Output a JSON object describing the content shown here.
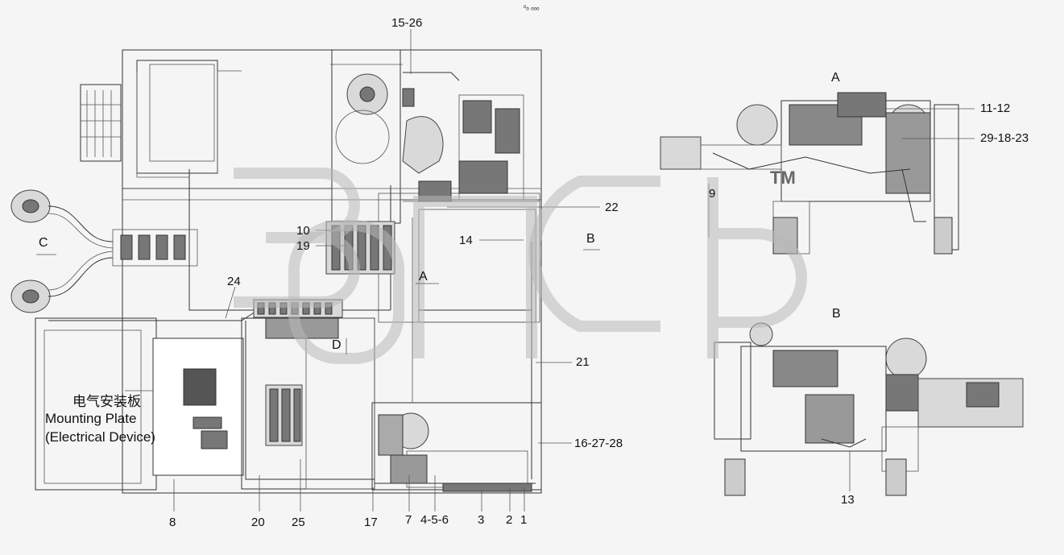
{
  "corner_mark": "ᵒₒ ₒₒₒ",
  "views": {
    "A": "A",
    "B": "B",
    "C": "C",
    "D": "D",
    "A_in_main": "A",
    "B_in_main": "B"
  },
  "mounting_plate": {
    "line1": "电气安装板",
    "line2": "Mounting Plate",
    "line3": "(Electrical Device)"
  },
  "callouts": {
    "c15_26": "15-26",
    "c11_12": "11-12",
    "c29_18_23": "29-18-23",
    "c9": "9",
    "c22": "22",
    "c10": "10",
    "c19": "19",
    "c14": "14",
    "c24": "24",
    "c21": "21",
    "c16_27_28": "16-27-28",
    "c13": "13",
    "c8": "8",
    "c20": "20",
    "c25": "25",
    "c17": "17",
    "c7": "7",
    "c4_5_6": "4-5-6",
    "c3": "3",
    "c2": "2",
    "c1": "1"
  },
  "watermark": {
    "text": "TM"
  }
}
